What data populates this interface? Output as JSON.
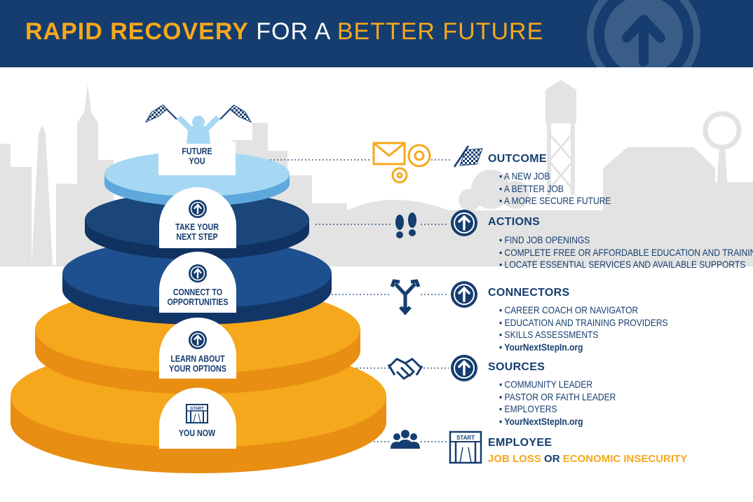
{
  "header": {
    "title_bold": "RAPID RECOVERY",
    "title_mid": " FOR A ",
    "title_end": "BETTER FUTURE"
  },
  "pyramid": {
    "future": "FUTURE\nYOU",
    "next_step": "TAKE YOUR\nNEXT STEP",
    "connect": "CONNECT TO\nOPPORTUNITIES",
    "learn": "LEARN ABOUT\nYOUR OPTIONS",
    "start_sign": "START",
    "you_now": "YOU NOW"
  },
  "sections": {
    "outcome": {
      "title": "OUTCOME",
      "items": [
        "• A NEW JOB",
        "• A BETTER JOB",
        "• A MORE SECURE FUTURE"
      ]
    },
    "actions": {
      "title": "ACTIONS",
      "items": [
        "• FIND JOB OPENINGS",
        "• COMPLETE FREE OR AFFORDABLE EDUCATION AND TRAINING",
        "• LOCATE ESSENTIAL SERVICES AND AVAILABLE SUPPORTS"
      ]
    },
    "connectors": {
      "title": "CONNECTORS",
      "items": [
        "• CAREER COACH OR NAVIGATOR",
        "• EDUCATION AND TRAINING PROVIDERS",
        "• SKILLS ASSESSMENTS",
        "• YourNextStepIn.org"
      ]
    },
    "sources": {
      "title": "SOURCES",
      "items": [
        "• COMMUNITY LEADER",
        "• PASTOR OR FAITH LEADER",
        "• EMPLOYERS",
        "• YourNextStepIn.org"
      ]
    },
    "employee": {
      "title": "EMPLOYEE",
      "start_sign": "START",
      "sub_a": "JOB LOSS",
      "sub_b": " OR ",
      "sub_c": "ECONOMIC INSECURITY"
    }
  },
  "colors": {
    "navy": "#153d6f",
    "orange": "#f5a81c",
    "light_blue": "#8fcdee",
    "gray_skyline": "#e3e3e3"
  },
  "icons": [
    "up-arrow-circle-icon",
    "checkered-flag-icon",
    "gears-icon",
    "footprints-icon",
    "fork-icon",
    "handshake-icon",
    "people-icon",
    "start-gate-icon",
    "person-flags-icon"
  ]
}
